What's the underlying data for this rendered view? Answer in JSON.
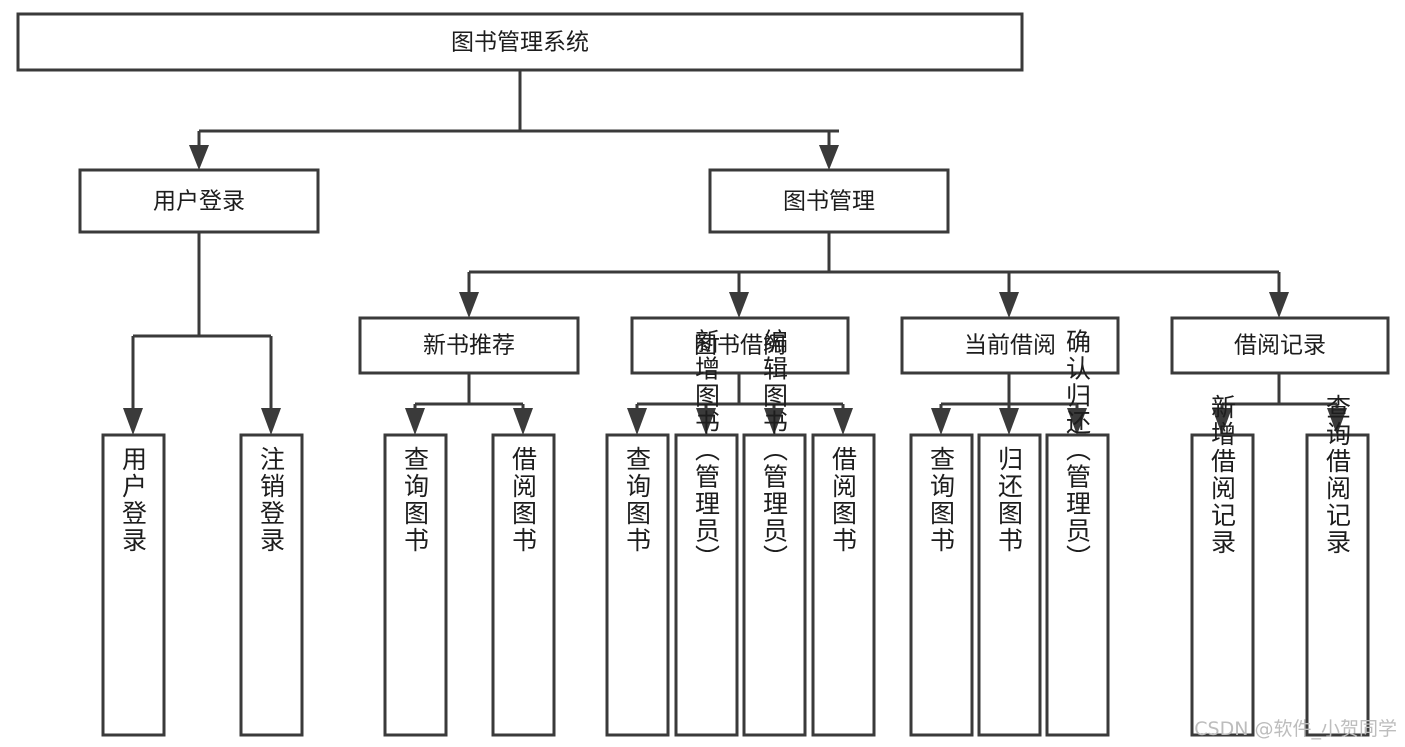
{
  "diagram": {
    "type": "tree",
    "title": "图书管理系统",
    "watermark": "CSDN @软件_小贺同学",
    "colors": {
      "stroke": "#3a3a3a",
      "fill": "#ffffff",
      "text": "#1d1d1d",
      "watermark": "#bdbdbd"
    },
    "root": {
      "label": "图书管理系统"
    },
    "level2": [
      {
        "label": "用户登录"
      },
      {
        "label": "图书管理"
      }
    ],
    "level3": [
      {
        "label": "新书推荐"
      },
      {
        "label": "图书借阅"
      },
      {
        "label": "当前借阅"
      },
      {
        "label": "借阅记录"
      }
    ],
    "leaves": {
      "user_login": [
        {
          "label": "用户登录"
        },
        {
          "label": "注销登录"
        }
      ],
      "new_book_recommend": [
        {
          "label": "查询图书"
        },
        {
          "label": "借阅图书"
        }
      ],
      "book_borrow": [
        {
          "label": "查询图书"
        },
        {
          "label": "新增图书（管理员）"
        },
        {
          "label": "编辑图书（管理员）"
        },
        {
          "label": "借阅图书"
        }
      ],
      "current_borrow": [
        {
          "label": "查询图书"
        },
        {
          "label": "归还图书"
        },
        {
          "label": "确认归还（管理员）"
        }
      ],
      "borrow_record": [
        {
          "label": "新增借阅记录"
        },
        {
          "label": "查询借阅记录"
        }
      ]
    }
  }
}
